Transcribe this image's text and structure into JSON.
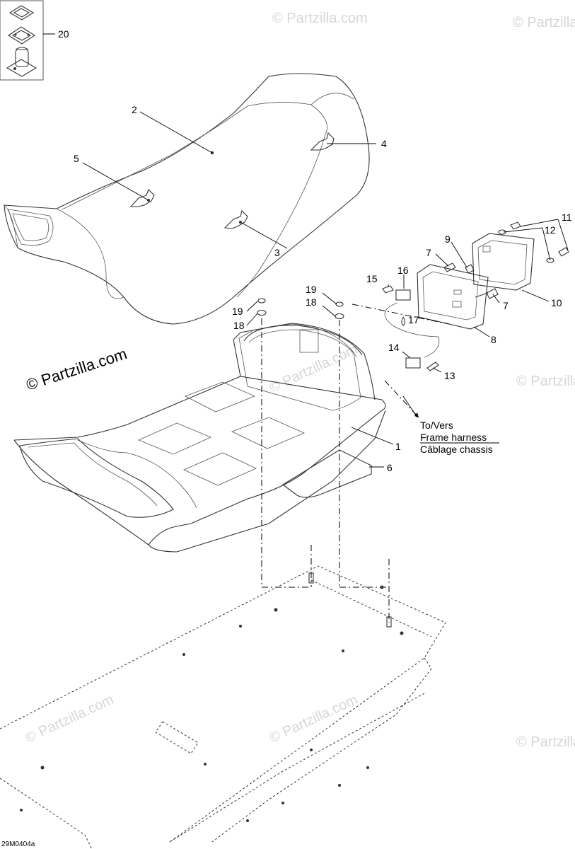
{
  "diagram_code": "29M0404a",
  "watermark": {
    "main_text": "© Partzilla.com",
    "faint_text": "© Partzilla.com"
  },
  "callouts": {
    "c1": "1",
    "c2": "2",
    "c3": "3",
    "c4": "4",
    "c5": "5",
    "c6": "6",
    "c7a": "7",
    "c7b": "7",
    "c8": "8",
    "c9": "9",
    "c10": "10",
    "c11": "11",
    "c12": "12",
    "c13": "13",
    "c14": "14",
    "c15": "15",
    "c16": "16",
    "c17": "17",
    "c18a": "18",
    "c18b": "18",
    "c19a": "19",
    "c19b": "19",
    "c20": "20"
  },
  "harness_note": {
    "line1": "To/Vers",
    "line2": "Frame harness",
    "line3": "Câblage chassis"
  }
}
